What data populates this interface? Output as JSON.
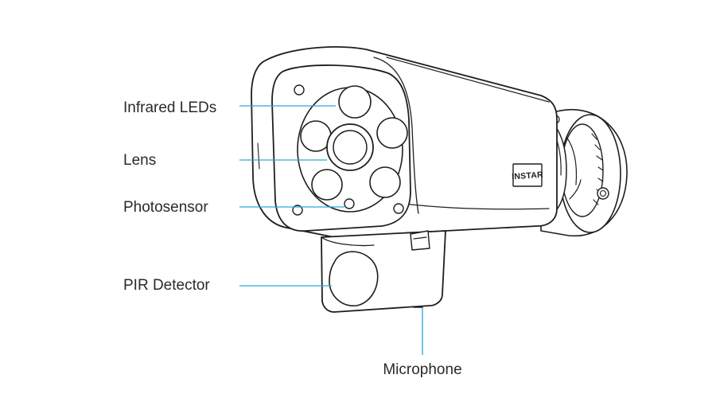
{
  "callouts": {
    "infrared_leds": "Infrared LEDs",
    "lens": "Lens",
    "photosensor": "Photosensor",
    "pir_detector": "PIR Detector",
    "microphone": "Microphone"
  },
  "camera": {
    "brand": "INSTAR"
  },
  "colors": {
    "leader_line": "#2aa6dc",
    "ink": "#1e1e1e",
    "label_text": "#2a2a2a",
    "background": "#ffffff"
  }
}
